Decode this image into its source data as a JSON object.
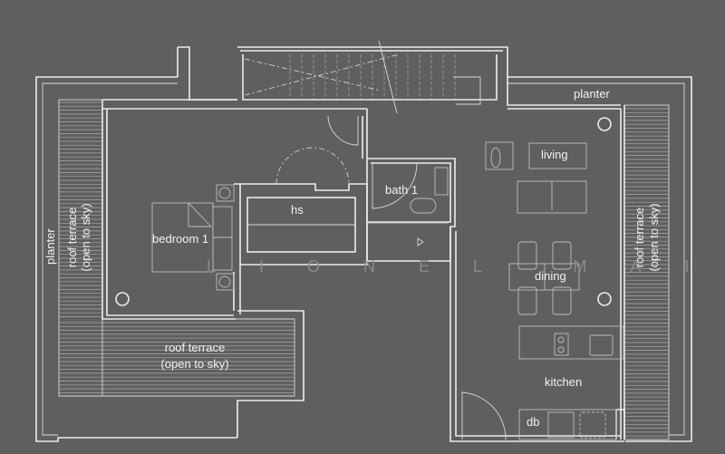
{
  "labels": {
    "planter_top": "planter",
    "planter_left": "planter",
    "living": "living",
    "bath": "bath 1",
    "hs": "hs",
    "bedroom": "bedroom 1",
    "dining": "dining",
    "kitchen": "kitchen",
    "db": "db",
    "terrace_bottom_1": "roof terrace",
    "terrace_bottom_2": "(open to sky)",
    "terrace_left_1": "roof terrace",
    "terrace_left_2": "(open to sky)",
    "terrace_right_1": "roof terrace",
    "terrace_right_2": "(open to sky)"
  },
  "watermark": "LIONEL MAI",
  "colors": {
    "background": "#5f5f5f",
    "lines": "#ececec"
  }
}
